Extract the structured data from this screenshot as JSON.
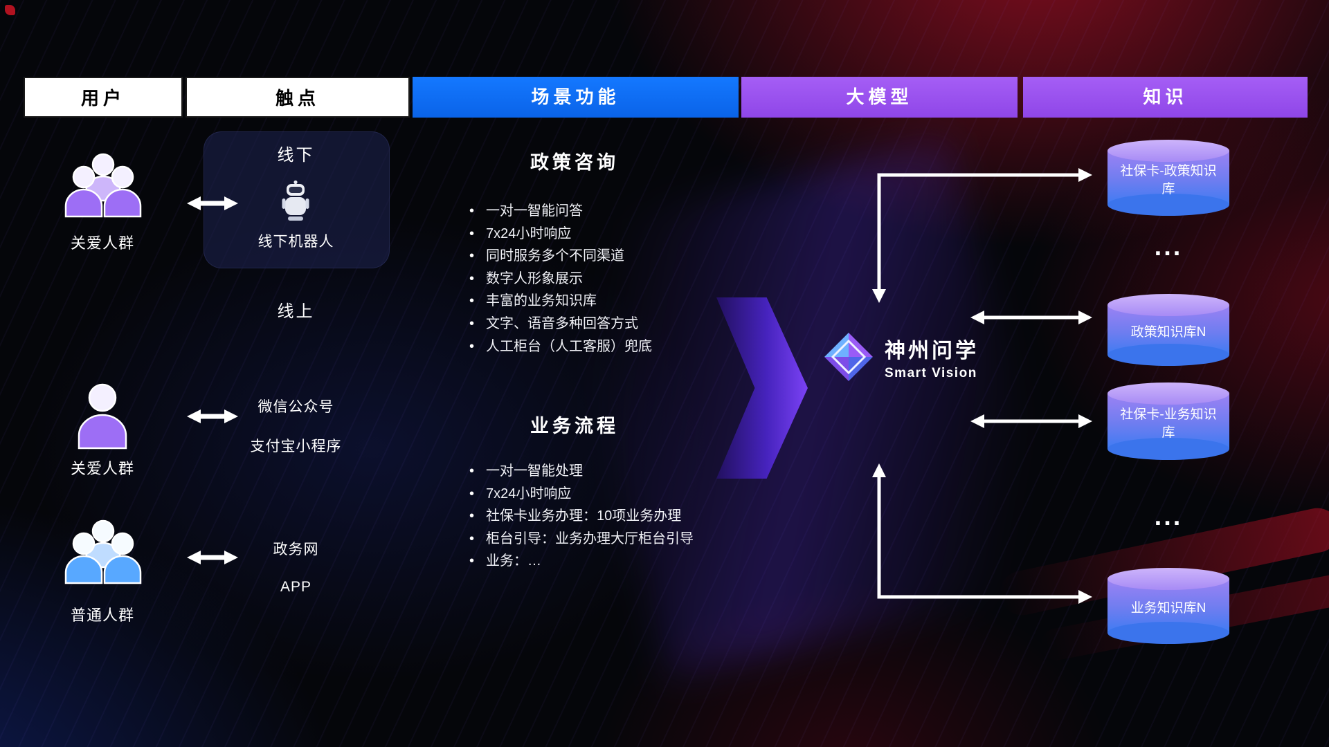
{
  "headers": [
    {
      "label": "用户"
    },
    {
      "label": "触点"
    },
    {
      "label": "场景功能"
    },
    {
      "label": "大模型"
    },
    {
      "label": "知识"
    }
  ],
  "users": [
    {
      "label": "关爱人群",
      "icon": "group-people-purple-icon"
    },
    {
      "label": "关爱人群",
      "icon": "single-person-purple-icon"
    },
    {
      "label": "普通人群",
      "icon": "group-people-blue-icon"
    }
  ],
  "touchpoints": {
    "offline": {
      "title": "线下",
      "robot_caption": "线下机器人"
    },
    "online_title": "线上",
    "online_channels": [
      "微信公众号",
      "支付宝小程序"
    ],
    "gov_channels": [
      "政务网",
      "APP"
    ]
  },
  "scenes": [
    {
      "title": "政策咨询",
      "items": [
        "一对一智能问答",
        "7x24小时响应",
        "同时服务多个不同渠道",
        "数字人形象展示",
        "丰富的业务知识库",
        "文字、语音多种回答方式",
        "人工柜台（人工客服）兜底"
      ]
    },
    {
      "title": "业务流程",
      "items": [
        "一对一智能处理",
        "7x24小时响应",
        "社保卡业务办理：10项业务办理",
        "柜台引导：业务办理大厅柜台引导",
        "业务：…"
      ]
    }
  ],
  "model": {
    "name": "神州问学",
    "subtitle": "Smart Vision"
  },
  "knowledge": {
    "cylinders": [
      "社保卡-政策知识库",
      "政策知识库N",
      "社保卡-业务知识库",
      "业务知识库N"
    ],
    "ellipsis": "..."
  },
  "colors": {
    "header_blue": "#0d6cf2",
    "header_purple": "#9b51ef",
    "big_arrow_purple": "#7b42f5",
    "cylinder_top": "#b79bf7",
    "cylinder_bottom": "#3b74ec",
    "background_red": "#c41229",
    "background_blue": "#1830a0",
    "arrow_white": "#ffffff"
  }
}
